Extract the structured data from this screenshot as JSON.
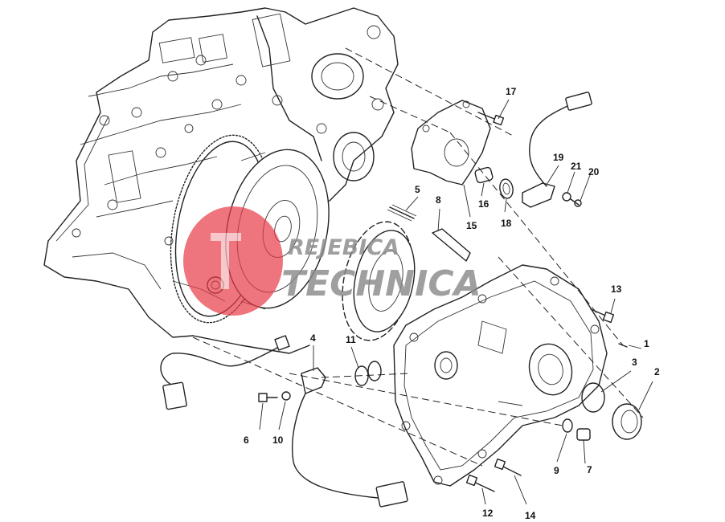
{
  "watermark": {
    "line1": "REJEBICA",
    "line2": "TECHNICA",
    "color_primary": "#e63946",
    "color_text": "#8a8a8a"
  },
  "callouts": [
    {
      "id": "1",
      "text": "1"
    },
    {
      "id": "2",
      "text": "2"
    },
    {
      "id": "3",
      "text": "3"
    },
    {
      "id": "4",
      "text": "4"
    },
    {
      "id": "5",
      "text": "5"
    },
    {
      "id": "6",
      "text": "6"
    },
    {
      "id": "7",
      "text": "7"
    },
    {
      "id": "8",
      "text": "8"
    },
    {
      "id": "9",
      "text": "9"
    },
    {
      "id": "10",
      "text": "10"
    },
    {
      "id": "11",
      "text": "11"
    },
    {
      "id": "12",
      "text": "12"
    },
    {
      "id": "13",
      "text": "13"
    },
    {
      "id": "14",
      "text": "14"
    },
    {
      "id": "15",
      "text": "15"
    },
    {
      "id": "16",
      "text": "16"
    },
    {
      "id": "17",
      "text": "17"
    },
    {
      "id": "18",
      "text": "18"
    },
    {
      "id": "19",
      "text": "19"
    },
    {
      "id": "20",
      "text": "20"
    },
    {
      "id": "21",
      "text": "21"
    }
  ]
}
